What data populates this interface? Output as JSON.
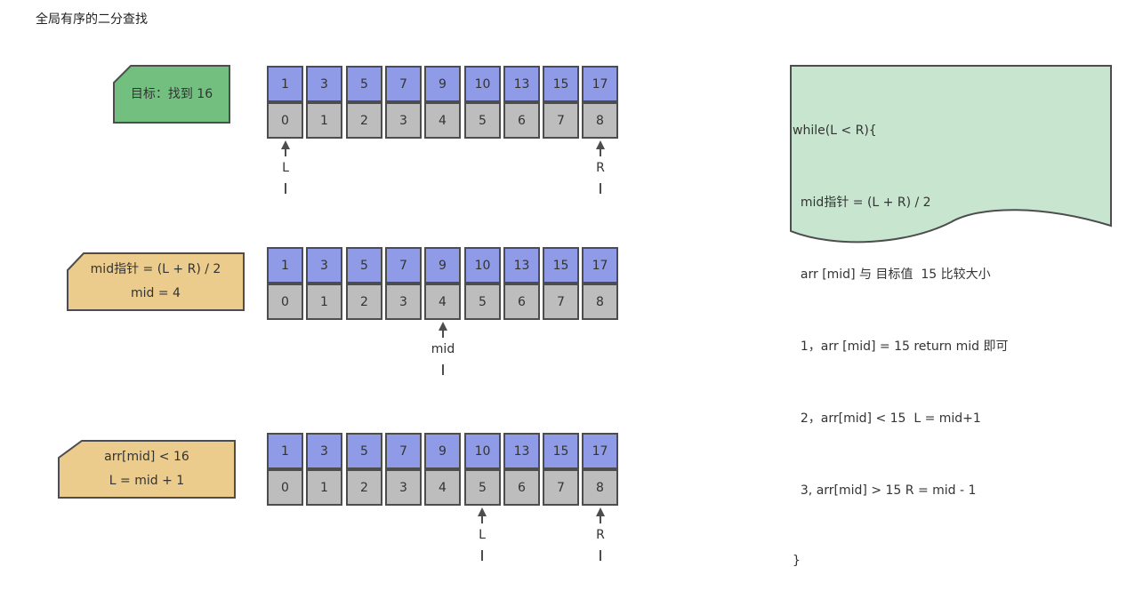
{
  "title": "全局有序的二分查找",
  "colors": {
    "value_cell": "#8f9be6",
    "index_cell": "#bdbdbd",
    "target_box": "#72bf7f",
    "note_box": "#ebcc8c",
    "code_box": "#c8e6cf",
    "stroke": "#4d4d4d"
  },
  "target_note": [
    "目标：找到 16"
  ],
  "arrays": [
    {
      "values": [
        "1",
        "3",
        "5",
        "7",
        "9",
        "10",
        "13",
        "15",
        "17"
      ],
      "indices": [
        "0",
        "1",
        "2",
        "3",
        "4",
        "5",
        "6",
        "7",
        "8"
      ],
      "pointers": [
        {
          "label": "L",
          "index": 0
        },
        {
          "label": "R",
          "index": 8
        }
      ]
    },
    {
      "values": [
        "1",
        "3",
        "5",
        "7",
        "9",
        "10",
        "13",
        "15",
        "17"
      ],
      "indices": [
        "0",
        "1",
        "2",
        "3",
        "4",
        "5",
        "6",
        "7",
        "8"
      ],
      "pointers": [
        {
          "label": "mid",
          "index": 4
        }
      ]
    },
    {
      "values": [
        "1",
        "3",
        "5",
        "7",
        "9",
        "10",
        "13",
        "15",
        "17"
      ],
      "indices": [
        "0",
        "1",
        "2",
        "3",
        "4",
        "5",
        "6",
        "7",
        "8"
      ],
      "pointers": [
        {
          "label": "L",
          "index": 5
        },
        {
          "label": "R",
          "index": 8
        }
      ]
    }
  ],
  "step_notes": [
    [
      "mid指针 = (L + R) / 2",
      "mid = 4"
    ],
    [
      "arr[mid] < 16",
      "L = mid + 1"
    ]
  ],
  "code_lines": [
    "while(L < R){",
    "  mid指针 = (L + R) / 2",
    "  arr [mid] 与 目标值  15 比较大小",
    "  1，arr [mid] = 15 return mid 即可",
    "  2，arr[mid] < 15  L = mid+1",
    "  3, arr[mid] > 15 R = mid - 1",
    "}"
  ]
}
